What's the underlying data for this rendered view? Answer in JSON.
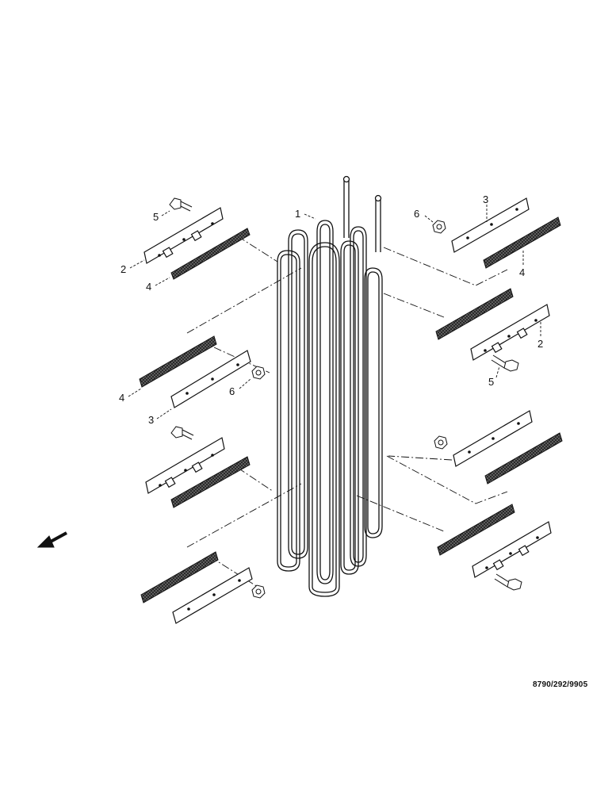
{
  "callouts": {
    "heater_element": "1",
    "bracket": "2",
    "plate": "3",
    "gasket": "4",
    "bolt": "5",
    "nut": "6"
  },
  "reference_code": "8790/292/9905",
  "colors": {
    "ink": "#111111",
    "background": "#ffffff",
    "gasket_fill": "#555555"
  }
}
